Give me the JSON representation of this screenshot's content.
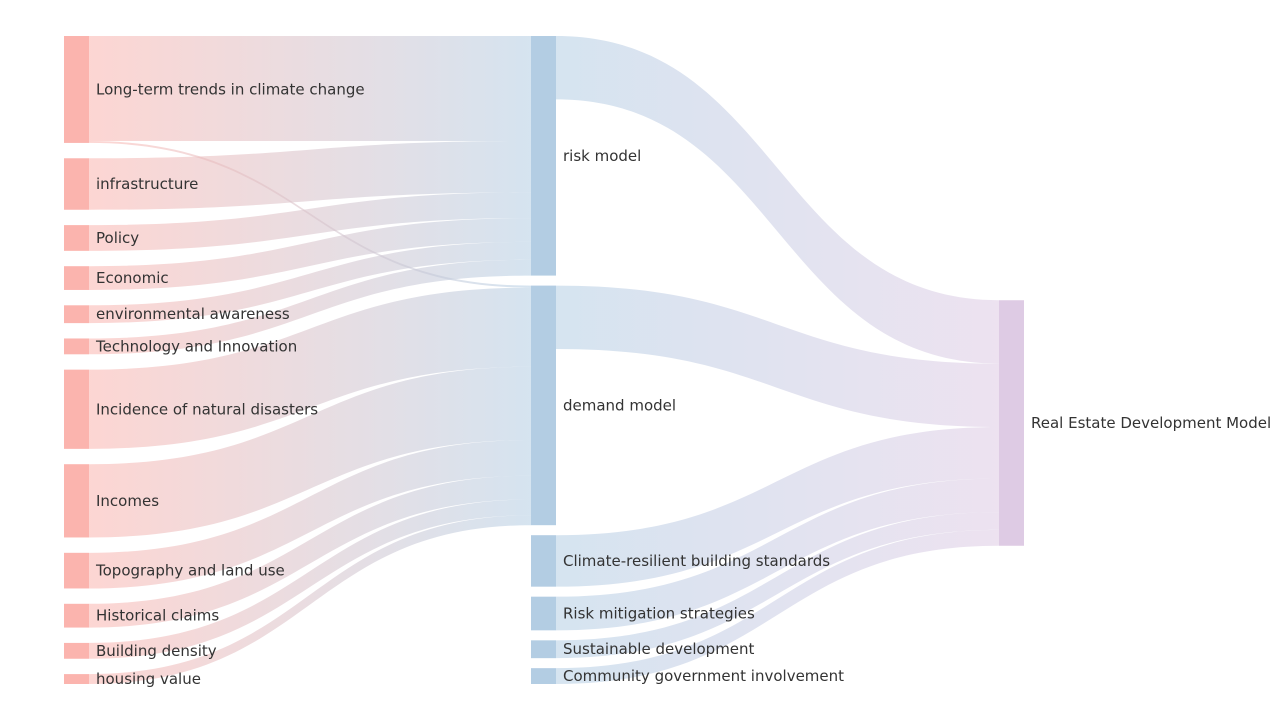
{
  "chart_data": {
    "type": "sankey",
    "colors": {
      "source": "#fbb4ae",
      "middle": "#b3cde3",
      "target": "#decbe4"
    },
    "nodes": [
      {
        "name": "Long-term trends in climate change",
        "column": 0
      },
      {
        "name": "infrastructure",
        "column": 0
      },
      {
        "name": "Policy",
        "column": 0
      },
      {
        "name": "Economic",
        "column": 0
      },
      {
        "name": "environmental awareness",
        "column": 0
      },
      {
        "name": "Technology and Innovation",
        "column": 0
      },
      {
        "name": "Incidence of natural disasters",
        "column": 0
      },
      {
        "name": "Incomes",
        "column": 0
      },
      {
        "name": "Topography and land use",
        "column": 0
      },
      {
        "name": "Historical claims",
        "column": 0
      },
      {
        "name": "Building density",
        "column": 0
      },
      {
        "name": "housing value",
        "column": 0
      },
      {
        "name": "risk model",
        "column": 1
      },
      {
        "name": "demand model",
        "column": 1
      },
      {
        "name": "Climate-resilient building standards",
        "column": 1
      },
      {
        "name": "Risk mitigation strategies",
        "column": 1
      },
      {
        "name": "Sustainable development",
        "column": 1
      },
      {
        "name": "Community government involvement",
        "column": 1
      },
      {
        "name": "Real Estate Development Model",
        "column": 2
      }
    ],
    "links": [
      {
        "source": "Long-term trends in climate change",
        "target": "risk model",
        "value": 53
      },
      {
        "source": "Long-term trends in climate change",
        "target": "demand model",
        "value": 1
      },
      {
        "source": "infrastructure",
        "target": "risk model",
        "value": 26
      },
      {
        "source": "Policy",
        "target": "risk model",
        "value": 13
      },
      {
        "source": "Economic",
        "target": "risk model",
        "value": 12
      },
      {
        "source": "environmental awareness",
        "target": "risk model",
        "value": 9
      },
      {
        "source": "Technology and Innovation",
        "target": "risk model",
        "value": 8
      },
      {
        "source": "Incidence of natural disasters",
        "target": "demand model",
        "value": 40
      },
      {
        "source": "Incomes",
        "target": "demand model",
        "value": 37
      },
      {
        "source": "Topography and land use",
        "target": "demand model",
        "value": 18
      },
      {
        "source": "Historical claims",
        "target": "demand model",
        "value": 12
      },
      {
        "source": "Building density",
        "target": "demand model",
        "value": 8
      },
      {
        "source": "housing value",
        "target": "demand model",
        "value": 5
      },
      {
        "source": "risk model",
        "target": "Real Estate Development Model",
        "value": 32
      },
      {
        "source": "demand model",
        "target": "Real Estate Development Model",
        "value": 32
      },
      {
        "source": "Climate-resilient building standards",
        "target": "Real Estate Development Model",
        "value": 26
      },
      {
        "source": "Risk mitigation strategies",
        "target": "Real Estate Development Model",
        "value": 17
      },
      {
        "source": "Sustainable development",
        "target": "Real Estate Development Model",
        "value": 9
      },
      {
        "source": "Community government involvement",
        "target": "Real Estate Development Model",
        "value": 8
      }
    ]
  }
}
